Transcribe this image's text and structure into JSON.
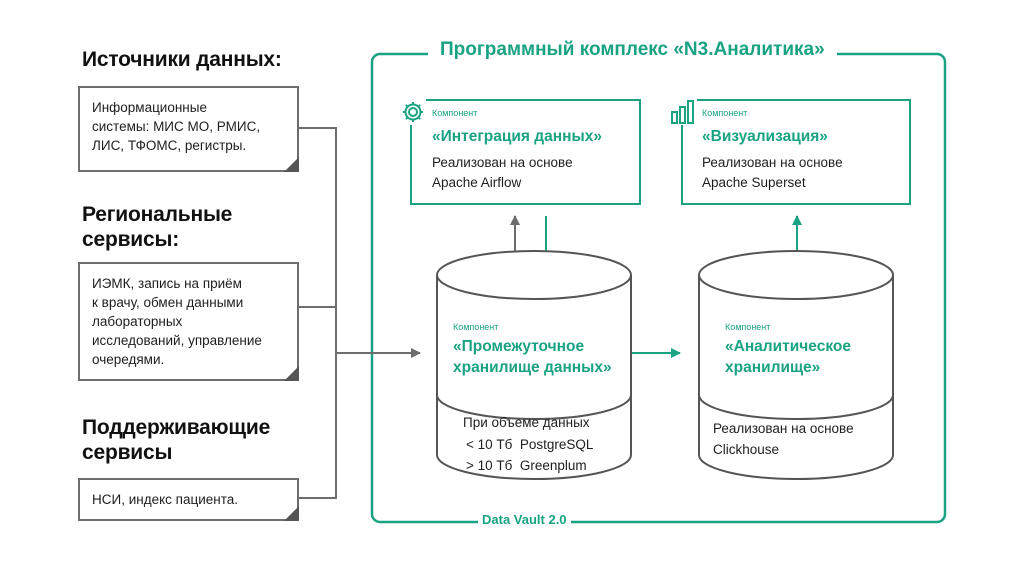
{
  "colors": {
    "accent": "#1aa383",
    "line": "#6d6d6d",
    "text": "#1e1e1e"
  },
  "sources": [
    {
      "heading": "Источники данных:",
      "lines": [
        "Информационные",
        "системы: МИС МО, РМИС,",
        "ЛИС, ТФОМС, регистры."
      ]
    },
    {
      "heading_lines": [
        "Региональные",
        "сервисы:"
      ],
      "lines": [
        "ИЭМК, запись на приём",
        "к врачу, обмен данными",
        "лабораторных",
        "исследований, управление",
        "очередями."
      ]
    },
    {
      "heading_lines": [
        "Поддерживающие",
        "сервисы"
      ],
      "lines": [
        "НСИ, индекс пациента."
      ]
    }
  ],
  "complex": {
    "title": "Программный комплекс «N3.Аналитика»",
    "bottom_label": "Data Vault 2.0",
    "integration": {
      "tag": "Компонент",
      "title": "«Интеграция данных»",
      "desc": [
        "Реализован на основе",
        "Apache Airflow"
      ],
      "icon": "gear-icon"
    },
    "visualization": {
      "tag": "Компонент",
      "title": "«Визуализация»",
      "desc": [
        "Реализован на основе",
        "Apache Superset"
      ],
      "icon": "bar-chart-icon"
    },
    "staging": {
      "tag": "Компонент",
      "title": [
        "«Промежуточное",
        "хранилище данных»"
      ],
      "desc": [
        "При объеме данных",
        "< 10 Тб  PostgreSQL",
        "> 10 Тб  Greenplum"
      ]
    },
    "analytic": {
      "tag": "Компонент",
      "title": [
        "«Аналитическое",
        "хранилище»"
      ],
      "desc": [
        "Реализован на основе",
        "Clickhouse"
      ]
    }
  }
}
